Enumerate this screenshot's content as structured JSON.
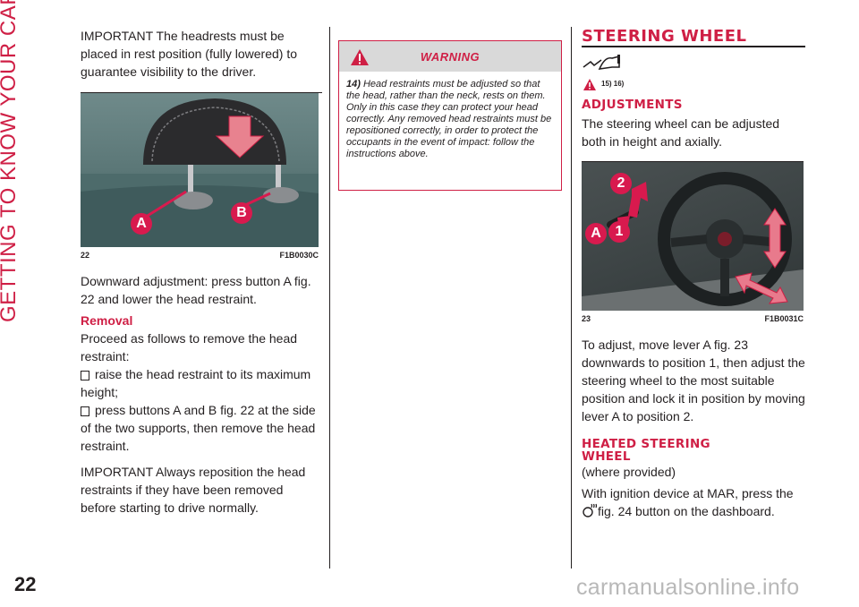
{
  "sidebar": {
    "section_title": "GETTING TO KNOW YOUR CAR",
    "page_number": "22"
  },
  "col1": {
    "important_1": "IMPORTANT The headrests must be placed in rest position (fully lowered) to guarantee visibility to the driver.",
    "figure": {
      "number": "22",
      "code": "F1B0030C",
      "label_a": "A",
      "label_b": "B"
    },
    "adjust_text": "Downward adjustment: press button A fig. 22 and lower the head restraint.",
    "removal_heading": "Removal",
    "removal_intro": "Proceed as follows to remove the head restraint:",
    "bullets": [
      "raise the head restraint to its maximum height;",
      "press buttons A and B fig. 22 at the side of the two supports, then remove the head restraint."
    ],
    "important_2": "IMPORTANT Always reposition the head restraints if they have been removed before starting to drive normally."
  },
  "warning": {
    "title": "WARNING",
    "ref": "14)",
    "text": "Head restraints must be adjusted so that the head, rather than the neck, rests on them. Only in this case they can protect your head correctly. Any removed head restraints must be repositioned correctly, in order to protect the occupants in the event of impact: follow the instructions above."
  },
  "col3": {
    "heading": "STEERING WHEEL",
    "refs": "15) 16)",
    "adjustments_heading": "ADJUSTMENTS",
    "adjustments_text": "The steering wheel can be adjusted both in height and axially.",
    "figure": {
      "number": "23",
      "code": "F1B0031C",
      "label_a": "A",
      "label_1": "1",
      "label_2": "2"
    },
    "adjust_instructions": "To adjust, move lever A fig. 23 downwards to position 1, then adjust the steering wheel to the most suitable position and lock it in position by moving lever A to position 2.",
    "heated_heading": "HEATED STEERING WHEEL",
    "heated_provided": "(where provided)",
    "heated_text_before": "With ignition device at MAR, press the",
    "heated_text_after": "fig. 24 button on the dashboard."
  },
  "footer": {
    "watermark": "carmanualsonline.info"
  },
  "colors": {
    "accent": "#cf1f45",
    "text": "#231f20"
  }
}
